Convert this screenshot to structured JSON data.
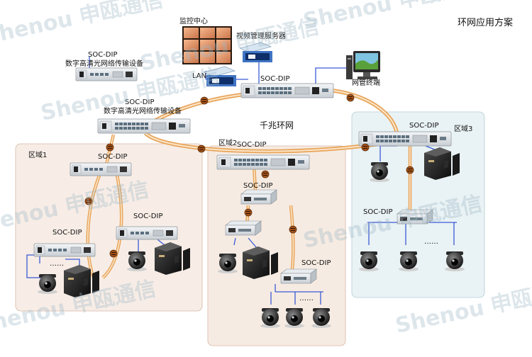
{
  "title": "环网应用方案",
  "watermark": "Shenou 申瓯通信",
  "ring_label": "千兆环网",
  "lan_label": "LAN",
  "monitor_center_label": "监控中心",
  "video_server_label": "视频管理服务器",
  "nms_terminal_label": "网管终端",
  "device_model": "SOC-DIP",
  "device_desc": "数字高清光网络传输设备",
  "ellipsis": "……",
  "regions": {
    "r1": "区域1",
    "r2": "区域2",
    "r3": "区域3"
  },
  "colors": {
    "region_fill": "#f7ede6",
    "region2_fill": "#f6ebe2",
    "region3_fill": "#e9f2f4",
    "fiber": "#e8a45a",
    "fiber_light": "#f6d4a6",
    "coupler": "#9a4a12",
    "copper": "#3a5ad8",
    "watermark": "#9fb7c6"
  },
  "icons": [
    "switch-icon",
    "camera-icon",
    "dvr-icon",
    "monitor-wall-icon",
    "server-icon",
    "pc-icon",
    "fiber-coupler-icon"
  ]
}
